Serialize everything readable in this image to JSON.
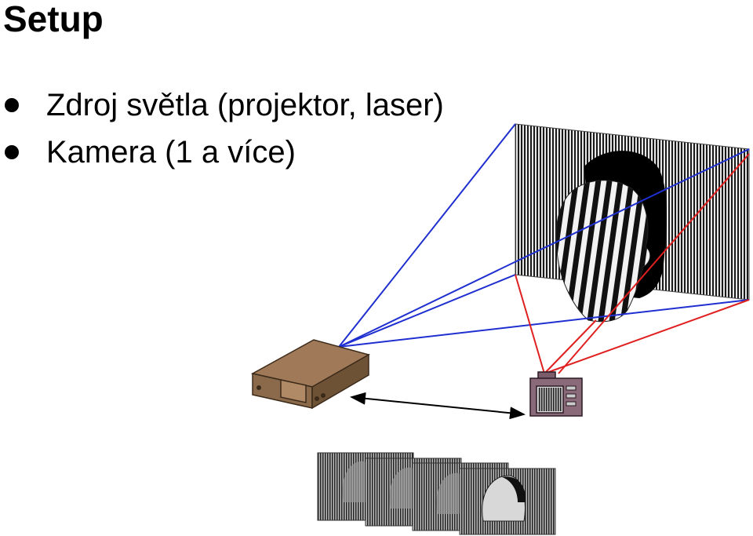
{
  "slide": {
    "title": "Setup",
    "bullets": [
      {
        "text": "Zdroj světla (projektor, laser)"
      },
      {
        "text": "Kamera (1 a více)"
      }
    ]
  },
  "colors": {
    "projector_rays": "#1f2fd0",
    "camera_rays": "#e02020",
    "projector_body": "#8a6a4a",
    "camera_body": "#8a6a78"
  },
  "figure": {
    "elements": [
      "striped-screen",
      "face-with-stripes",
      "projector",
      "camera",
      "baseline-arrow",
      "captured-images-stack"
    ],
    "captured_image_count": 4
  }
}
